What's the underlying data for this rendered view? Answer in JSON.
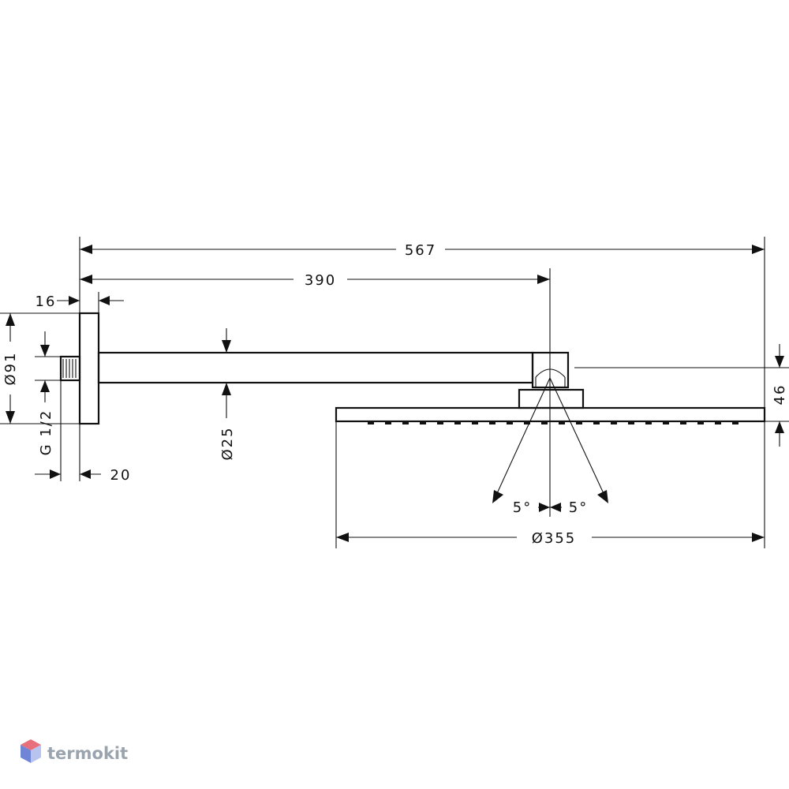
{
  "dimensions": {
    "overall_length": "567",
    "arm_length": "390",
    "flange_thickness": "16",
    "flange_diameter": "Ø91",
    "thread": "G 1/2",
    "thread_length": "20",
    "arm_diameter": "Ø25",
    "head_height": "46",
    "head_diameter": "Ø355",
    "tilt_left": "5°",
    "tilt_right": "5°"
  },
  "watermark": {
    "text": "termokit",
    "colors": {
      "top": "#e8707a",
      "left": "#6f86d6",
      "right": "#b9c3f0"
    }
  }
}
